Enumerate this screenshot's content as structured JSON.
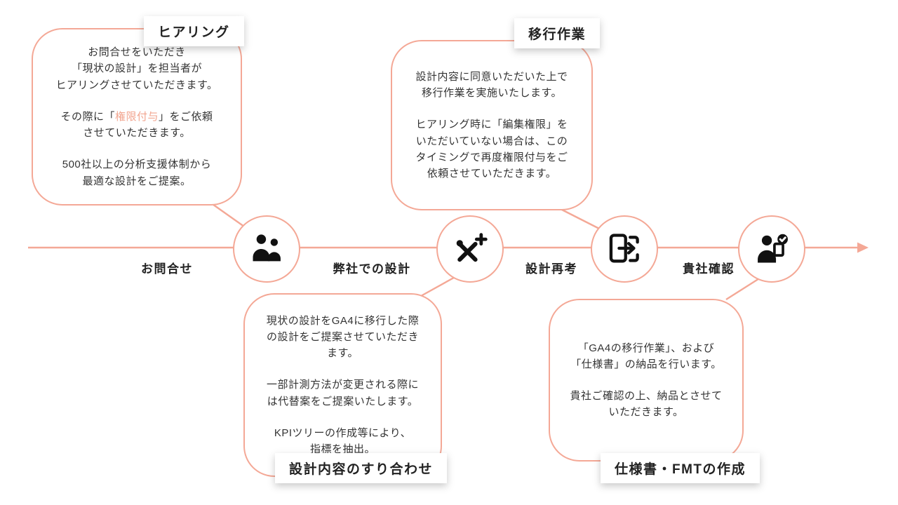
{
  "colors": {
    "accent": "#f4a896",
    "highlight": "#f2a58f",
    "text": "#333333",
    "icon": "#111111"
  },
  "timeline": {
    "stages": [
      {
        "label": "お問合せ"
      },
      {
        "label": "弊社での設計"
      },
      {
        "label": "設計再考"
      },
      {
        "label": "貴社確認"
      }
    ],
    "node_icons": [
      "hearing-people-icon",
      "tools-plus-icon",
      "phone-transfer-icon",
      "person-check-icon"
    ]
  },
  "callouts": {
    "hearing": {
      "title": "ヒアリング",
      "p1": "お問合せをいただき\n「現状の設計」を担当者が\nヒアリングさせていただきます。",
      "p2_pre": "その際に「",
      "p2_highlight": "権限付与",
      "p2_post": "」をご依頼\nさせていただきます。",
      "p3": "500社以上の分析支援体制から\n最適な設計をご提案。"
    },
    "migration": {
      "title": "移行作業",
      "p1": "設計内容に同意いただいた上で\n移行作業を実施いたします。",
      "p2": "ヒアリング時に「編集権限」を\nいただいていない場合は、この\nタイミングで再度権限付与をご\n依頼させていただきます。"
    },
    "design_alignment": {
      "title": "設計内容のすり合わせ",
      "p1": "現状の設計をGA4に移行した際\nの設計をご提案させていただき\nます。",
      "p2": "一部計測方法が変更される際に\nは代替案をご提案いたします。",
      "p3": "KPIツリーの作成等により、\n指標を抽出。"
    },
    "spec_fmt": {
      "title": "仕様書・FMTの作成",
      "p1": "「GA4の移行作業」、および\n「仕様書」の納品を行います。",
      "p2": "貴社ご確認の上、納品とさせて\nいただきます。"
    }
  }
}
